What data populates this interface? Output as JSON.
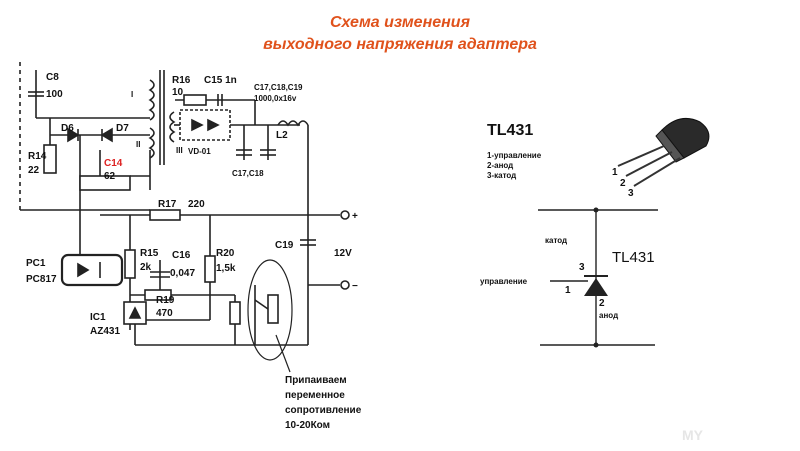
{
  "title": {
    "line1": "Схема изменения",
    "line2": "выходного напряжения адаптера",
    "color": "#e0521c"
  },
  "schematic": {
    "components": {
      "c8": "C8",
      "c8_value": "100",
      "r16": "R16",
      "r16_value": "10",
      "c15": "C15 1n",
      "c17_group": "C17,C18,C19",
      "c17_group_value": "1000,0x16v",
      "winding_1": "I",
      "winding_2": "II",
      "winding_3": "III",
      "d6": "D6",
      "d7": "D7",
      "vd01": "VD-01",
      "l2": "L2",
      "r14": "R14",
      "r14_value": "22",
      "c14": "C14",
      "c14_value": "62",
      "c17_c18": "C17,C18",
      "r17": "R17",
      "r17_value": "220",
      "c19": "C19",
      "voltage": "12V",
      "plus": "+",
      "minus": "−",
      "pc1": "PC1",
      "pc817": "PC817",
      "r15": "R15",
      "r15_value": "2k",
      "c16": "C16",
      "c16_value": "0,047",
      "r20": "R20",
      "r20_value": "1,5k",
      "r19": "R19",
      "r19_value": "470",
      "ic1": "IC1",
      "az431": "AZ431"
    },
    "note": {
      "line1": "Припаиваем",
      "line2": "переменное",
      "line3": "сопротивление",
      "line4": "10-20Ком"
    }
  },
  "pinout": {
    "name": "TL431",
    "pin1": "1-управление",
    "pin2": "2-анод",
    "pin3": "3-катод",
    "num1": "1",
    "num2": "2",
    "num3": "3"
  },
  "symbol": {
    "name": "TL431",
    "cathode": "катод",
    "control": "управление",
    "anode": "анод",
    "num1": "1",
    "num2": "2",
    "num3": "3"
  },
  "watermark": "MY"
}
